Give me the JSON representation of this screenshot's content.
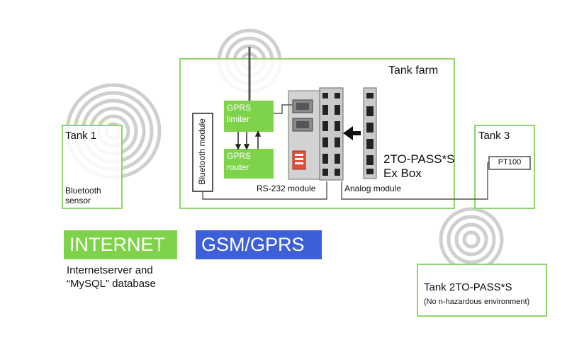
{
  "tanks": {
    "tank1": {
      "title": "Tank 1",
      "sensor_line1": "Bluetooth",
      "sensor_line2": "sensor"
    },
    "tank3": {
      "title": "Tank 3",
      "sensor": "PT100"
    },
    "tank_farm": {
      "title": "Tank farm"
    },
    "tank_2to": {
      "title": "Tank 2TO-PASS*S",
      "subtitle": "(No n-hazardous environment)"
    }
  },
  "modules": {
    "bluetooth": "Bluetooth  module",
    "gprs_limiter_line1": "GPRS",
    "gprs_limiter_line2": "limiter",
    "gprs_router_line1": "GPRS",
    "gprs_router_line2": "router",
    "rs232": "RS-232 module",
    "analog": "Analog module",
    "exbox_line1": "2TO-PASS*S",
    "exbox_line2": "Ex Box"
  },
  "network": {
    "internet_label": "INTERNET",
    "gsm_label": "GSM/GPRS",
    "server_line1": "Internetserver and",
    "server_line2": "“MySQL” database"
  },
  "colors": {
    "green_border": "#8ed66a",
    "internet_badge": "#7fd34a",
    "gsm_badge": "#3d5fd8",
    "gprs_box": "#7fd34a",
    "signal_rings": "#c9c9c9"
  }
}
